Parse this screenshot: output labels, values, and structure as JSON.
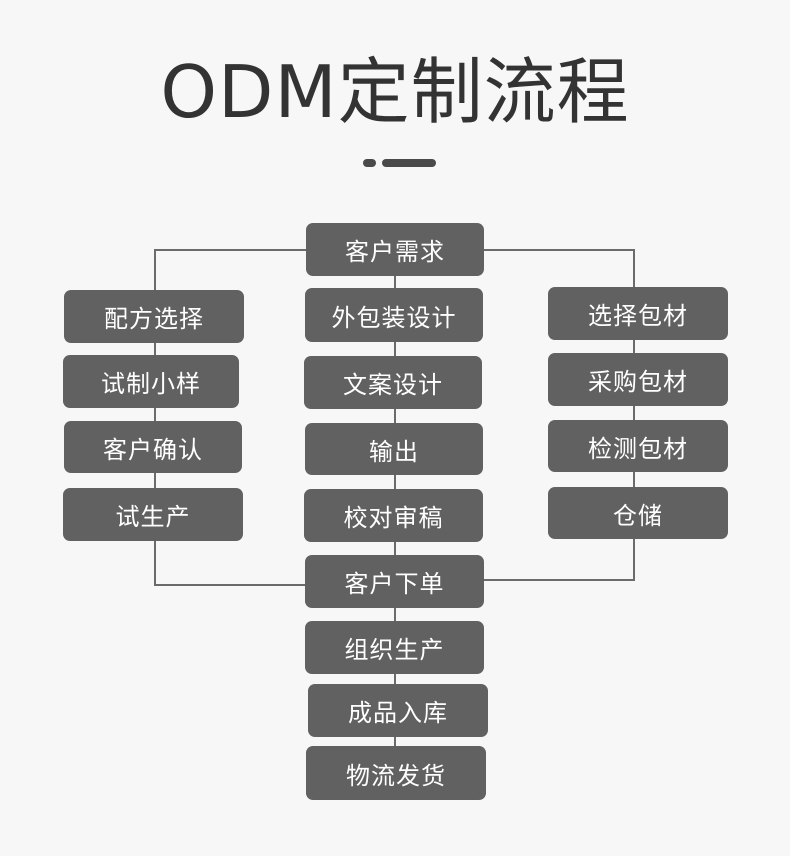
{
  "title": "ODM定制流程",
  "center_steps": [
    "客户需求",
    "外包装设计",
    "文案设计",
    "输出",
    "校对审稿",
    "客户下单",
    "组织生产",
    "成品入库",
    "物流发货"
  ],
  "left_branch": [
    "配方选择",
    "试制小样",
    "客户确认",
    "试生产"
  ],
  "right_branch": [
    "选择包材",
    "采购包材",
    "检测包材",
    "仓储"
  ]
}
